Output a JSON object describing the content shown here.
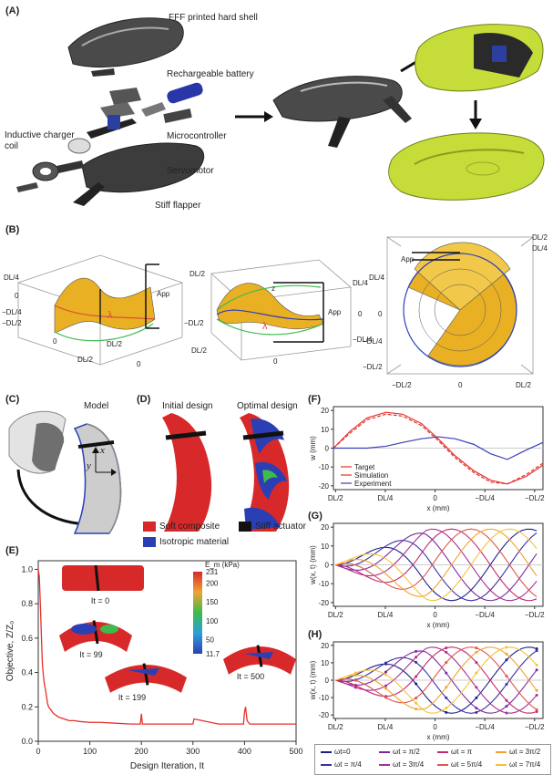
{
  "panels": {
    "a": {
      "label": "(A)",
      "parts": [
        "FFF printed hard shell",
        "Rechargeable battery",
        "Inductive charger coil",
        "Microcontroller",
        "Servomotor",
        "Stiff flapper"
      ]
    },
    "b": {
      "label": "(B)",
      "left": {
        "DL4": "DL/4",
        "nDL4": "−DL/4",
        "nDL2": "−DL/2",
        "DL2": "DL/2",
        "zero": "0",
        "lambda": "λ",
        "app": "App"
      },
      "mid": {
        "DL2": "DL/2",
        "DL4": "DL/4",
        "zero": "0",
        "nDL4": "−DL/4",
        "z": "z",
        "lambda": "λ",
        "app": "App"
      },
      "right": {
        "DL4": "DL/4",
        "nDL4": "−DL/4",
        "nDL2": "−DL/2",
        "DL2": "DL/2",
        "zero": "0",
        "app": "App"
      }
    },
    "c": {
      "label": "(C)",
      "title": "Model",
      "x": "x",
      "y": "y"
    },
    "d": {
      "label": "(D)",
      "initial": "Initial design",
      "optimal": "Optimal design",
      "legend": {
        "soft": "Soft composite",
        "stiff": "Stiff actuator",
        "iso": "Isotropic material"
      }
    },
    "e": {
      "label": "(E)"
    },
    "f": {
      "label": "(F)"
    },
    "g": {
      "label": "(G)"
    },
    "h": {
      "label": "(H)"
    }
  },
  "chart_data": [
    {
      "id": "E",
      "type": "line",
      "xlabel": "Design Iteration, It",
      "ylabel": "Objective, Z/Z₀",
      "xlim": [
        0,
        500
      ],
      "ylim": [
        0,
        1.05
      ],
      "xticks": [
        0,
        100,
        200,
        300,
        400,
        500
      ],
      "yticks": [
        0.0,
        0.2,
        0.4,
        0.6,
        0.8,
        1.0
      ],
      "series": [
        {
          "color": "#e8302a",
          "x": [
            0,
            2,
            4,
            6,
            8,
            10,
            12,
            14,
            16,
            18,
            20,
            25,
            30,
            40,
            50,
            60,
            70,
            80,
            100,
            120,
            150,
            180,
            198,
            200,
            202,
            220,
            250,
            300,
            302,
            350,
            398,
            400,
            402,
            405,
            410,
            450,
            500
          ],
          "y": [
            1.0,
            0.96,
            0.8,
            0.62,
            0.45,
            0.38,
            0.33,
            0.3,
            0.26,
            0.22,
            0.2,
            0.18,
            0.16,
            0.14,
            0.13,
            0.12,
            0.12,
            0.115,
            0.11,
            0.11,
            0.105,
            0.1,
            0.1,
            0.16,
            0.1,
            0.1,
            0.1,
            0.1,
            0.13,
            0.1,
            0.1,
            0.17,
            0.2,
            0.12,
            0.1,
            0.1,
            0.1
          ]
        }
      ],
      "annotations": [
        "It = 0",
        "It = 99",
        "It = 199",
        "It = 500"
      ],
      "colorbar": {
        "label": "E_m (kPa)",
        "ticks": [
          231,
          200,
          150,
          100,
          50,
          11.7
        ]
      }
    },
    {
      "id": "F",
      "type": "line",
      "xlabel": "x (mm)",
      "ylabel": "w (mm)",
      "xticks": [
        "DL/2",
        "DL/4",
        "0",
        "−DL/4",
        "−DL/2"
      ],
      "ylim": [
        -22,
        22
      ],
      "yticks": [
        -20,
        -10,
        0,
        10,
        20
      ],
      "legend": [
        "Target",
        "Simulation",
        "Experiment"
      ],
      "series": [
        {
          "name": "Target",
          "color": "#e8302a",
          "x": [
            0,
            0.08,
            0.16,
            0.25,
            0.33,
            0.42,
            0.5,
            0.58,
            0.67,
            0.75,
            0.83,
            0.92,
            1.0
          ],
          "y": [
            0,
            9,
            16,
            19,
            18,
            13,
            5,
            -4,
            -12,
            -17,
            -19,
            -15,
            -9
          ]
        },
        {
          "name": "Simulation",
          "color": "#e8302a",
          "x": [
            0,
            0.08,
            0.16,
            0.25,
            0.33,
            0.42,
            0.5,
            0.58,
            0.67,
            0.75,
            0.83,
            0.92,
            1.0
          ],
          "y": [
            0,
            8,
            15,
            18,
            17,
            12,
            4,
            -5,
            -13,
            -18,
            -19,
            -14,
            -8
          ]
        },
        {
          "name": "Experiment",
          "color": "#3a3fb8",
          "x": [
            0,
            0.08,
            0.16,
            0.25,
            0.33,
            0.42,
            0.5,
            0.58,
            0.67,
            0.75,
            0.83,
            0.92,
            1.0
          ],
          "y": [
            0,
            0,
            0,
            1,
            3,
            5,
            6,
            5,
            2,
            -3,
            -6,
            -1,
            3
          ]
        }
      ]
    },
    {
      "id": "G",
      "type": "line",
      "xlabel": "x (mm)",
      "ylabel": "w(x, t) (mm)",
      "xticks": [
        "DL/2",
        "DL/4",
        "0",
        "−DL/4",
        "−DL/2"
      ],
      "ylim": [
        -22,
        22
      ],
      "yticks": [
        -20,
        -10,
        0,
        10,
        20
      ]
    },
    {
      "id": "H",
      "type": "line",
      "xlabel": "x (mm)",
      "ylabel": "w(x, t) (mm)",
      "xticks": [
        "DL/2",
        "DL/4",
        "0",
        "−DL/4",
        "−DL/2"
      ],
      "ylim": [
        -22,
        22
      ],
      "yticks": [
        -20,
        -10,
        0,
        10,
        20
      ],
      "legend": [
        "ωt=0",
        "ωt = π/2",
        "ωt = π",
        "ωt = 3π/2",
        "ωt = π/4",
        "ωt = 3π/4",
        "ωt = 5π/4",
        "ωt = 7π/4"
      ],
      "legend_colors": [
        "#1b1f8a",
        "#7b2a9e",
        "#c2286e",
        "#f0a330",
        "#3b2fa8",
        "#a82f93",
        "#e0554f",
        "#f6c23b"
      ]
    }
  ],
  "colors": {
    "soft": "#d7292a",
    "stiff": "#111111",
    "iso": "#2b3fb5",
    "shell_yellow": "#c6dc38"
  }
}
